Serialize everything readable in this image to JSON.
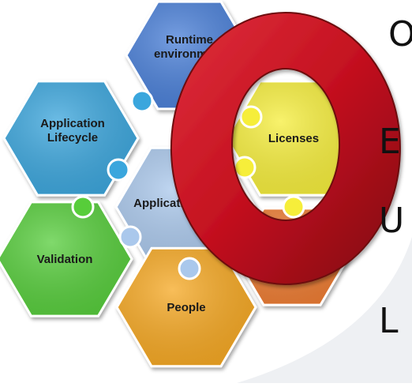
{
  "hexagons": [
    {
      "key": "runtime",
      "lines": [
        "Runtime",
        "environment"
      ],
      "color": "#4a7fd8"
    },
    {
      "key": "lifecycle",
      "lines": [
        "Application",
        "Lifecycle"
      ],
      "color": "#3aa6dd"
    },
    {
      "key": "licenses",
      "lines": [
        "Licenses"
      ],
      "color": "#f6ee3a"
    },
    {
      "key": "center",
      "lines": [
        "Application"
      ],
      "color": "#aac8ec"
    },
    {
      "key": "validation",
      "lines": [
        "Validation"
      ],
      "color": "#57cd3a"
    },
    {
      "key": "people",
      "lines": [
        "People"
      ],
      "color": "#f6a823"
    },
    {
      "key": "hidden-orange",
      "lines": [],
      "color": "#ee7b33"
    }
  ],
  "overlay": {
    "symbol": "O",
    "color": "#c3101f"
  },
  "side_letters": [
    "O",
    "E",
    "U",
    "L"
  ]
}
